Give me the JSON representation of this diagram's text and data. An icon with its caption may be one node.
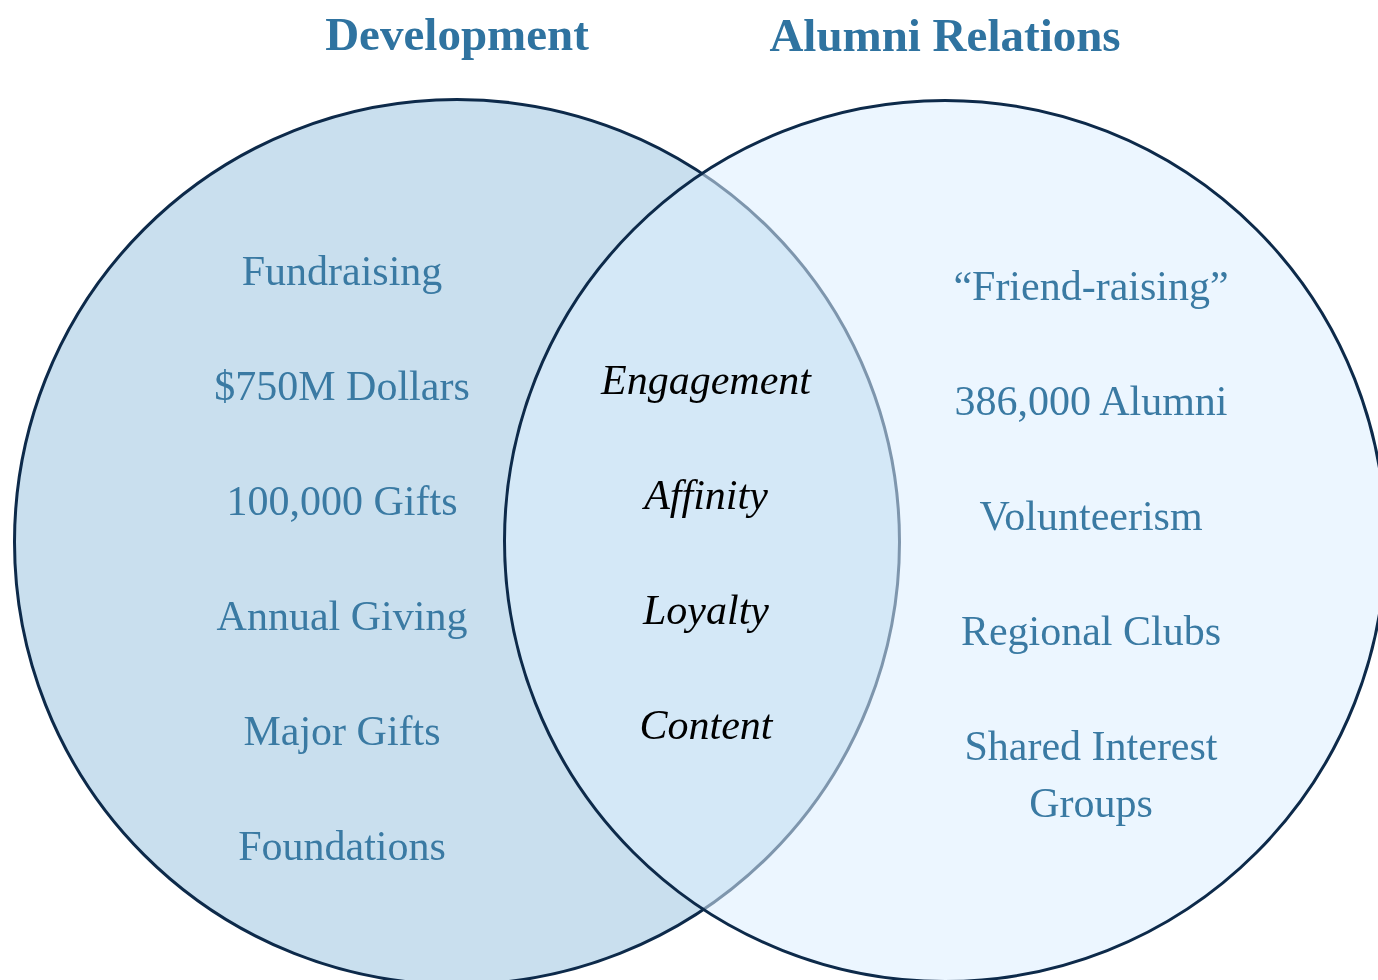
{
  "diagram": {
    "nodes": [
      {
        "text": [
          "Development",
          "Fundraising",
          "$750M Dollars",
          "100,000 Gifts",
          "Annual Giving",
          "Major Gifts",
          "Foundations"
        ]
      },
      {
        "text": [
          "Alumni Relations",
          "“Friend-raising”",
          "386,000 Alumni",
          "Volunteerism",
          "Regional Clubs",
          "Shared Interest Groups"
        ]
      }
    ],
    "labels": [
      "Engagement",
      "Affinity",
      "Loyalty",
      "Content"
    ]
  }
}
